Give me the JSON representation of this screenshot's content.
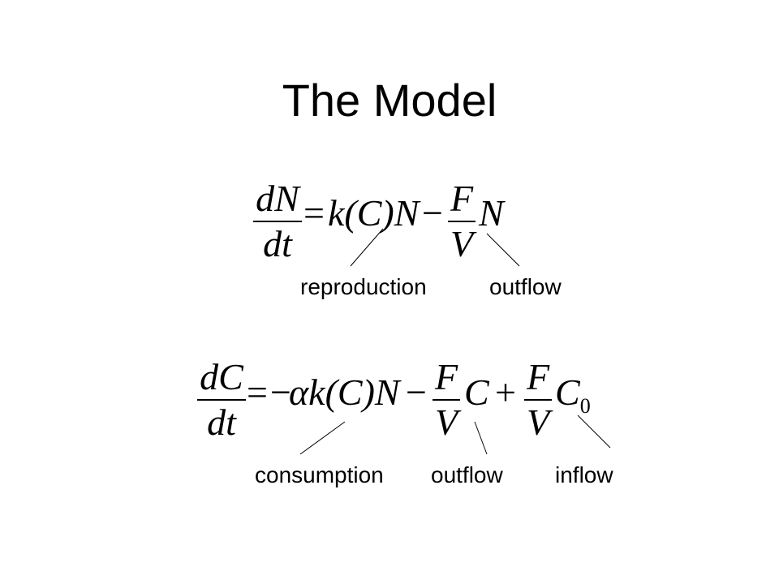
{
  "title": "The Model",
  "equation1": {
    "lhs_num": "dN",
    "lhs_den": "dt",
    "eq": "=",
    "term1": "k(C)N",
    "minus": "−",
    "frac2_num": "F",
    "frac2_den": "V",
    "term2_var": "N",
    "labels": {
      "reproduction": "reproduction",
      "outflow": "outflow"
    }
  },
  "equation2": {
    "lhs_num": "dC",
    "lhs_den": "dt",
    "eq": "=",
    "neg": "−",
    "term1": "αk(C)N",
    "minus": "−",
    "frac2_num": "F",
    "frac2_den": "V",
    "term2_var": "C",
    "plus": "+",
    "frac3_num": "F",
    "frac3_den": "V",
    "term3_var": "C",
    "term3_sub": "0",
    "labels": {
      "consumption": "consumption",
      "outflow": "outflow",
      "inflow": "inflow"
    }
  }
}
